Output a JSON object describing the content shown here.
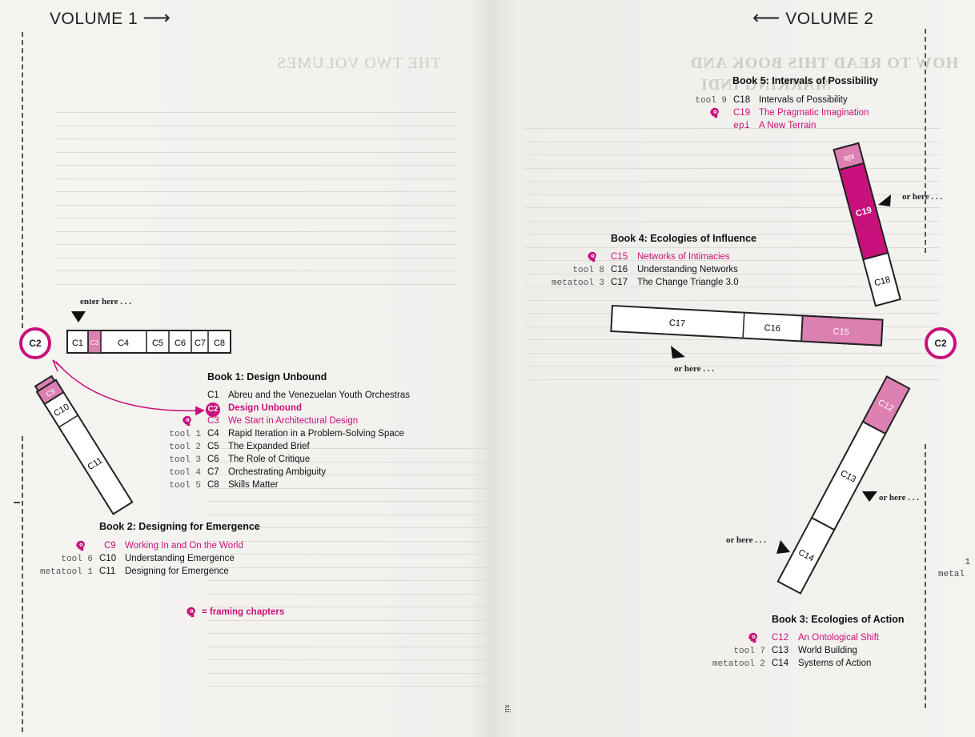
{
  "volumes": {
    "left": {
      "label": "VOLUME 1",
      "arrow": "⟶"
    },
    "right": {
      "label": "VOLUME 2",
      "arrow": "⟵"
    }
  },
  "framing_icon": "head-gear-icon",
  "colors": {
    "accent": "#c8117a",
    "accent_light": "#dc7fb1",
    "frame": "#222222"
  },
  "page_number": "xii",
  "right_margin_text": {
    "line1": "1",
    "line2": "metal"
  },
  "ghost_text": {
    "left_heading": "THE TWO VOLUMES",
    "right_heading_1": "HOW TO READ THIS BOOK AND",
    "right_heading_2": "MARKING INDI"
  },
  "books": [
    {
      "title": "Book 1: Design Unbound",
      "chapters": [
        {
          "tool": "",
          "code": "C1",
          "title": "Abreu and the Venezuelan Youth Orchestras",
          "framing": false
        },
        {
          "tool": "",
          "code": "C2",
          "title": "Design Unbound",
          "framing": false,
          "current": true
        },
        {
          "tool": "",
          "code": "C3",
          "title": "We Start in Architectural Design",
          "framing": true
        },
        {
          "tool": "tool 1",
          "code": "C4",
          "title": "Rapid Iteration in a Problem-Solving Space",
          "framing": false
        },
        {
          "tool": "tool 2",
          "code": "C5",
          "title": "The Expanded Brief",
          "framing": false
        },
        {
          "tool": "tool 3",
          "code": "C6",
          "title": "The Role of Critique",
          "framing": false
        },
        {
          "tool": "tool 4",
          "code": "C7",
          "title": "Orchestrating Ambiguity",
          "framing": false
        },
        {
          "tool": "tool 5",
          "code": "C8",
          "title": "Skills Matter",
          "framing": false
        }
      ]
    },
    {
      "title": "Book 2: Designing for Emergence",
      "chapters": [
        {
          "tool": "",
          "code": "C9",
          "title": "Working In and On the World",
          "framing": true
        },
        {
          "tool": "tool 6",
          "code": "C10",
          "title": "Understanding Emergence",
          "framing": false
        },
        {
          "tool": "metatool 1",
          "code": "C11",
          "title": "Designing for Emergence",
          "framing": false
        }
      ]
    },
    {
      "title": "Book 3: Ecologies of Action",
      "chapters": [
        {
          "tool": "",
          "code": "C12",
          "title": "An Ontological Shift",
          "framing": true
        },
        {
          "tool": "tool 7",
          "code": "C13",
          "title": "World Building",
          "framing": false
        },
        {
          "tool": "metatool 2",
          "code": "C14",
          "title": "Systems of Action",
          "framing": false
        }
      ]
    },
    {
      "title": "Book 4: Ecologies of Influence",
      "chapters": [
        {
          "tool": "",
          "code": "C15",
          "title": "Networks of Intimacies",
          "framing": true
        },
        {
          "tool": "tool 8",
          "code": "C16",
          "title": "Understanding Networks",
          "framing": false
        },
        {
          "tool": "metatool 3",
          "code": "C17",
          "title": "The Change Triangle 3.0",
          "framing": false
        }
      ]
    },
    {
      "title": "Book 5: Intervals of Possibility",
      "chapters": [
        {
          "tool": "tool 9",
          "code": "C18",
          "title": "Intervals of Possibility",
          "framing": false
        },
        {
          "tool": "",
          "code": "C19",
          "title": "The Pragmatic Imagination",
          "framing": true
        },
        {
          "tool": "",
          "code": "epi",
          "title": "A New Terrain",
          "framing": false,
          "epilogue": true
        }
      ]
    }
  ],
  "legend": {
    "label": "= framing chapters"
  },
  "entry_cues": {
    "enter": "enter here . . .",
    "or_here_1": "or here . . .",
    "or_here_2": "or here . . .",
    "or_here_3": "or here . . .",
    "or_here_4": "or here . . ."
  },
  "circles": {
    "left": "C2",
    "right": "C2"
  },
  "strips": {
    "book1": [
      "C1",
      "C3",
      "C4",
      "C5",
      "C6",
      "C7",
      "C8"
    ],
    "book2": [
      "C9",
      "C10",
      "C11"
    ],
    "book3": [
      "C12",
      "C13",
      "C14"
    ],
    "book4": [
      "C17",
      "C16",
      "C15"
    ],
    "book5": [
      "epi",
      "C19",
      "C18"
    ]
  }
}
